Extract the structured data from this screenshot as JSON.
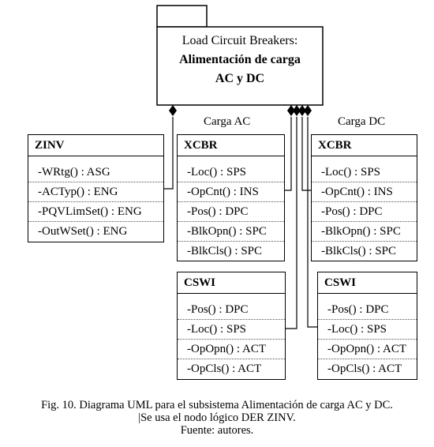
{
  "package": {
    "title_line1": "Load Circuit Breakers:",
    "title_line2": "Alimentación de carga",
    "title_line3": "AC y DC"
  },
  "labels": {
    "carga_ac": "Carga AC",
    "carga_dc": "Carga DC"
  },
  "zinv": {
    "name": "ZINV",
    "attrs": [
      "-WRtg() : ASG",
      "-ACTyp() : ENG",
      "-PQVLimSet() : ENG",
      "-OutWSet() : ENG"
    ]
  },
  "xcbr_ac": {
    "name": "XCBR",
    "attrs": [
      "-Loc() : SPS",
      "-OpCnt() : INS",
      "-Pos() : DPC",
      "-BlkOpn() : SPC",
      "-BlkCls() : SPC"
    ]
  },
  "xcbr_dc": {
    "name": "XCBR",
    "attrs": [
      "-Loc() : SPS",
      "-OpCnt() : INS",
      "-Pos() : DPC",
      "-BlkOpn() : SPC",
      "-BlkCls() : SPC"
    ]
  },
  "cswi_ac": {
    "name": "CSWI",
    "attrs": [
      "-Pos() : DPC",
      "-Loc() : SPS",
      "-OpOpn() : ACT",
      "-OpCls() : ACT"
    ]
  },
  "cswi_dc": {
    "name": "CSWI",
    "attrs": [
      "-Pos() : DPC",
      "-Loc() : SPS",
      "-OpOpn() : ACT",
      "-OpCls() : ACT"
    ]
  },
  "caption": {
    "line1": "Fig. 10. Diagrama UML para el subsistema Alimentación de carga AC y DC.",
    "line2": "|Se usa el nodo lógico DER ZINV.",
    "line3": "Fuente: autores."
  }
}
